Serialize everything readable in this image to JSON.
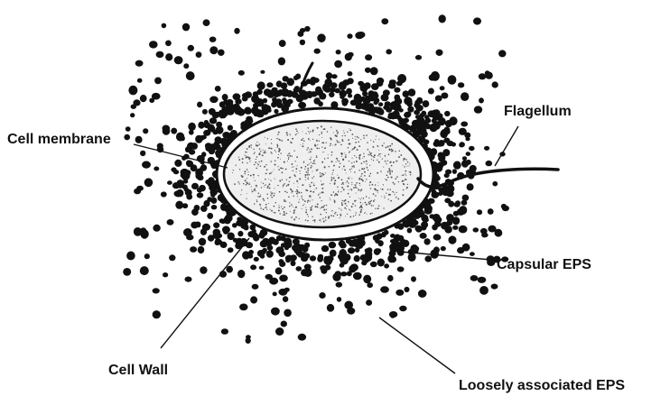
{
  "diagram": {
    "labels": {
      "cell_membrane": "Cell membrane",
      "flagellum": "Flagellum",
      "capsular_eps": "Capsular EPS",
      "cell_wall": "Cell Wall",
      "loosely_associated_eps": "Loosely associated EPS"
    }
  },
  "colors": {
    "ink": "#111111",
    "background": "#ffffff"
  }
}
